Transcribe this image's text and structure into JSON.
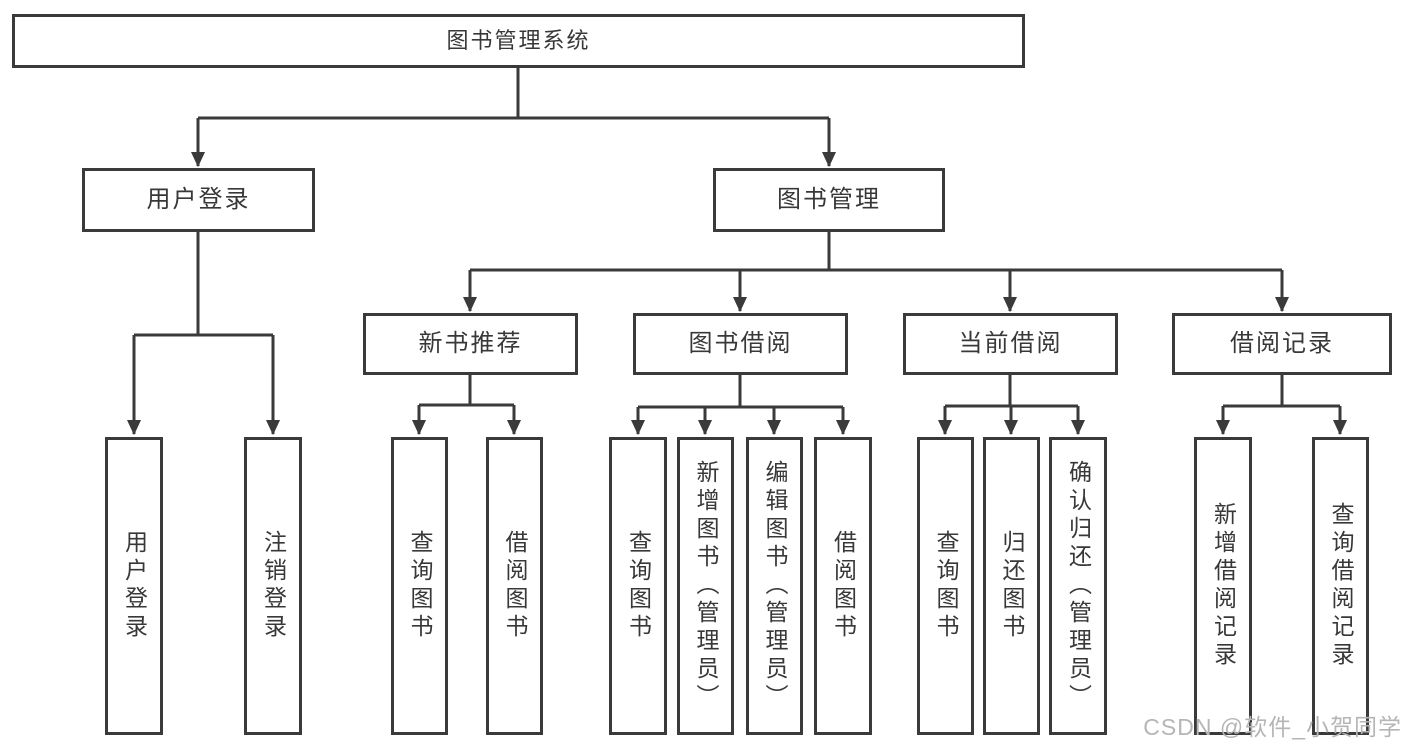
{
  "diagram": {
    "title": "图书管理系统",
    "nodes": {
      "root": "图书管理系统",
      "level2": [
        "用户登录",
        "图书管理"
      ],
      "level3": [
        "新书推荐",
        "图书借阅",
        "当前借阅",
        "借阅记录"
      ],
      "leaves": [
        "用户登录",
        "注销登录",
        "查询图书",
        "借阅图书",
        "查询图书",
        "新增图书（管理员）",
        "编辑图书（管理员）",
        "借阅图书",
        "查询图书",
        "归还图书",
        "确认归还（管理员）",
        "新增借阅记录",
        "查询借阅记录"
      ]
    },
    "colors": {
      "line": "#3a3a3a",
      "box_border": "#3a3a3a",
      "text": "#383838",
      "watermark": "#b5b5b5",
      "background": "#ffffff"
    }
  },
  "watermark": {
    "text": "CSDN @软件_小贺同学"
  }
}
